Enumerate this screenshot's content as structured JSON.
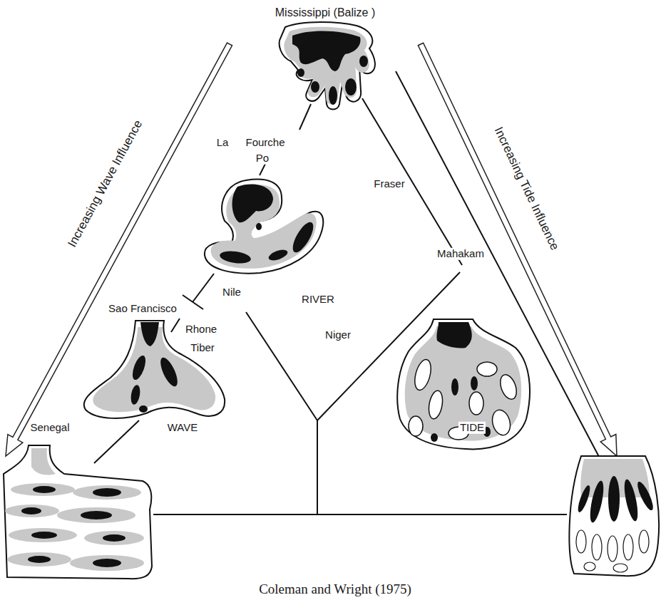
{
  "diagram": {
    "caption": "Coleman and Wright (1975)",
    "labels": [
      "Mississippi (Balize )",
      "La",
      "Fourche",
      "Po",
      "Fraser",
      "Mahakam",
      "Nile",
      "RIVER",
      "Sao Francisco",
      "Rhone",
      "Tiber",
      "Niger",
      "Senegal",
      "WAVE",
      "TIDE",
      "Increasing Wave Influence",
      "Increasing Tide Influence"
    ]
  }
}
